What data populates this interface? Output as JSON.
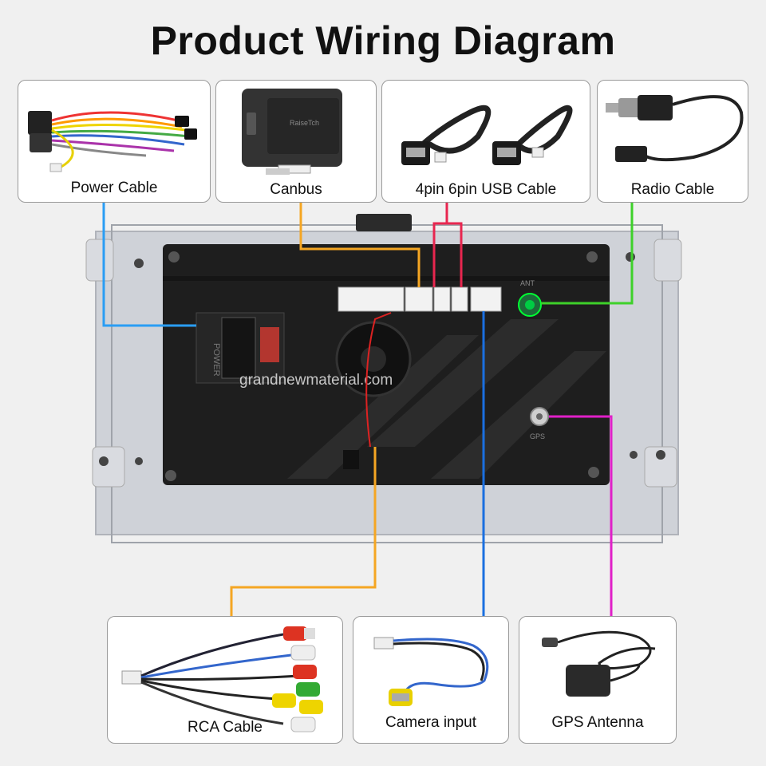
{
  "title": "Product Wiring Diagram",
  "watermark": "grandnewmaterial.com",
  "unit_labels": {
    "power": "POWER",
    "ant": "ANT",
    "gps": "GPS",
    "canbus_brand": "RaiseTch"
  },
  "components": {
    "power_cable": "Power Cable",
    "canbus": "Canbus",
    "usb_cable": "4pin 6pin USB Cable",
    "radio_cable": "Radio Cable",
    "rca_cable": "RCA Cable",
    "camera_input": "Camera input",
    "gps_antenna": "GPS Antenna"
  },
  "wire_colors": {
    "power": "#2a9df4",
    "canbus": "#f5a623",
    "usb": "#e8264f",
    "radio": "#3ed12a",
    "rca": "#f5a623",
    "camera": "#1a6fe0",
    "gps": "#e020c8"
  }
}
